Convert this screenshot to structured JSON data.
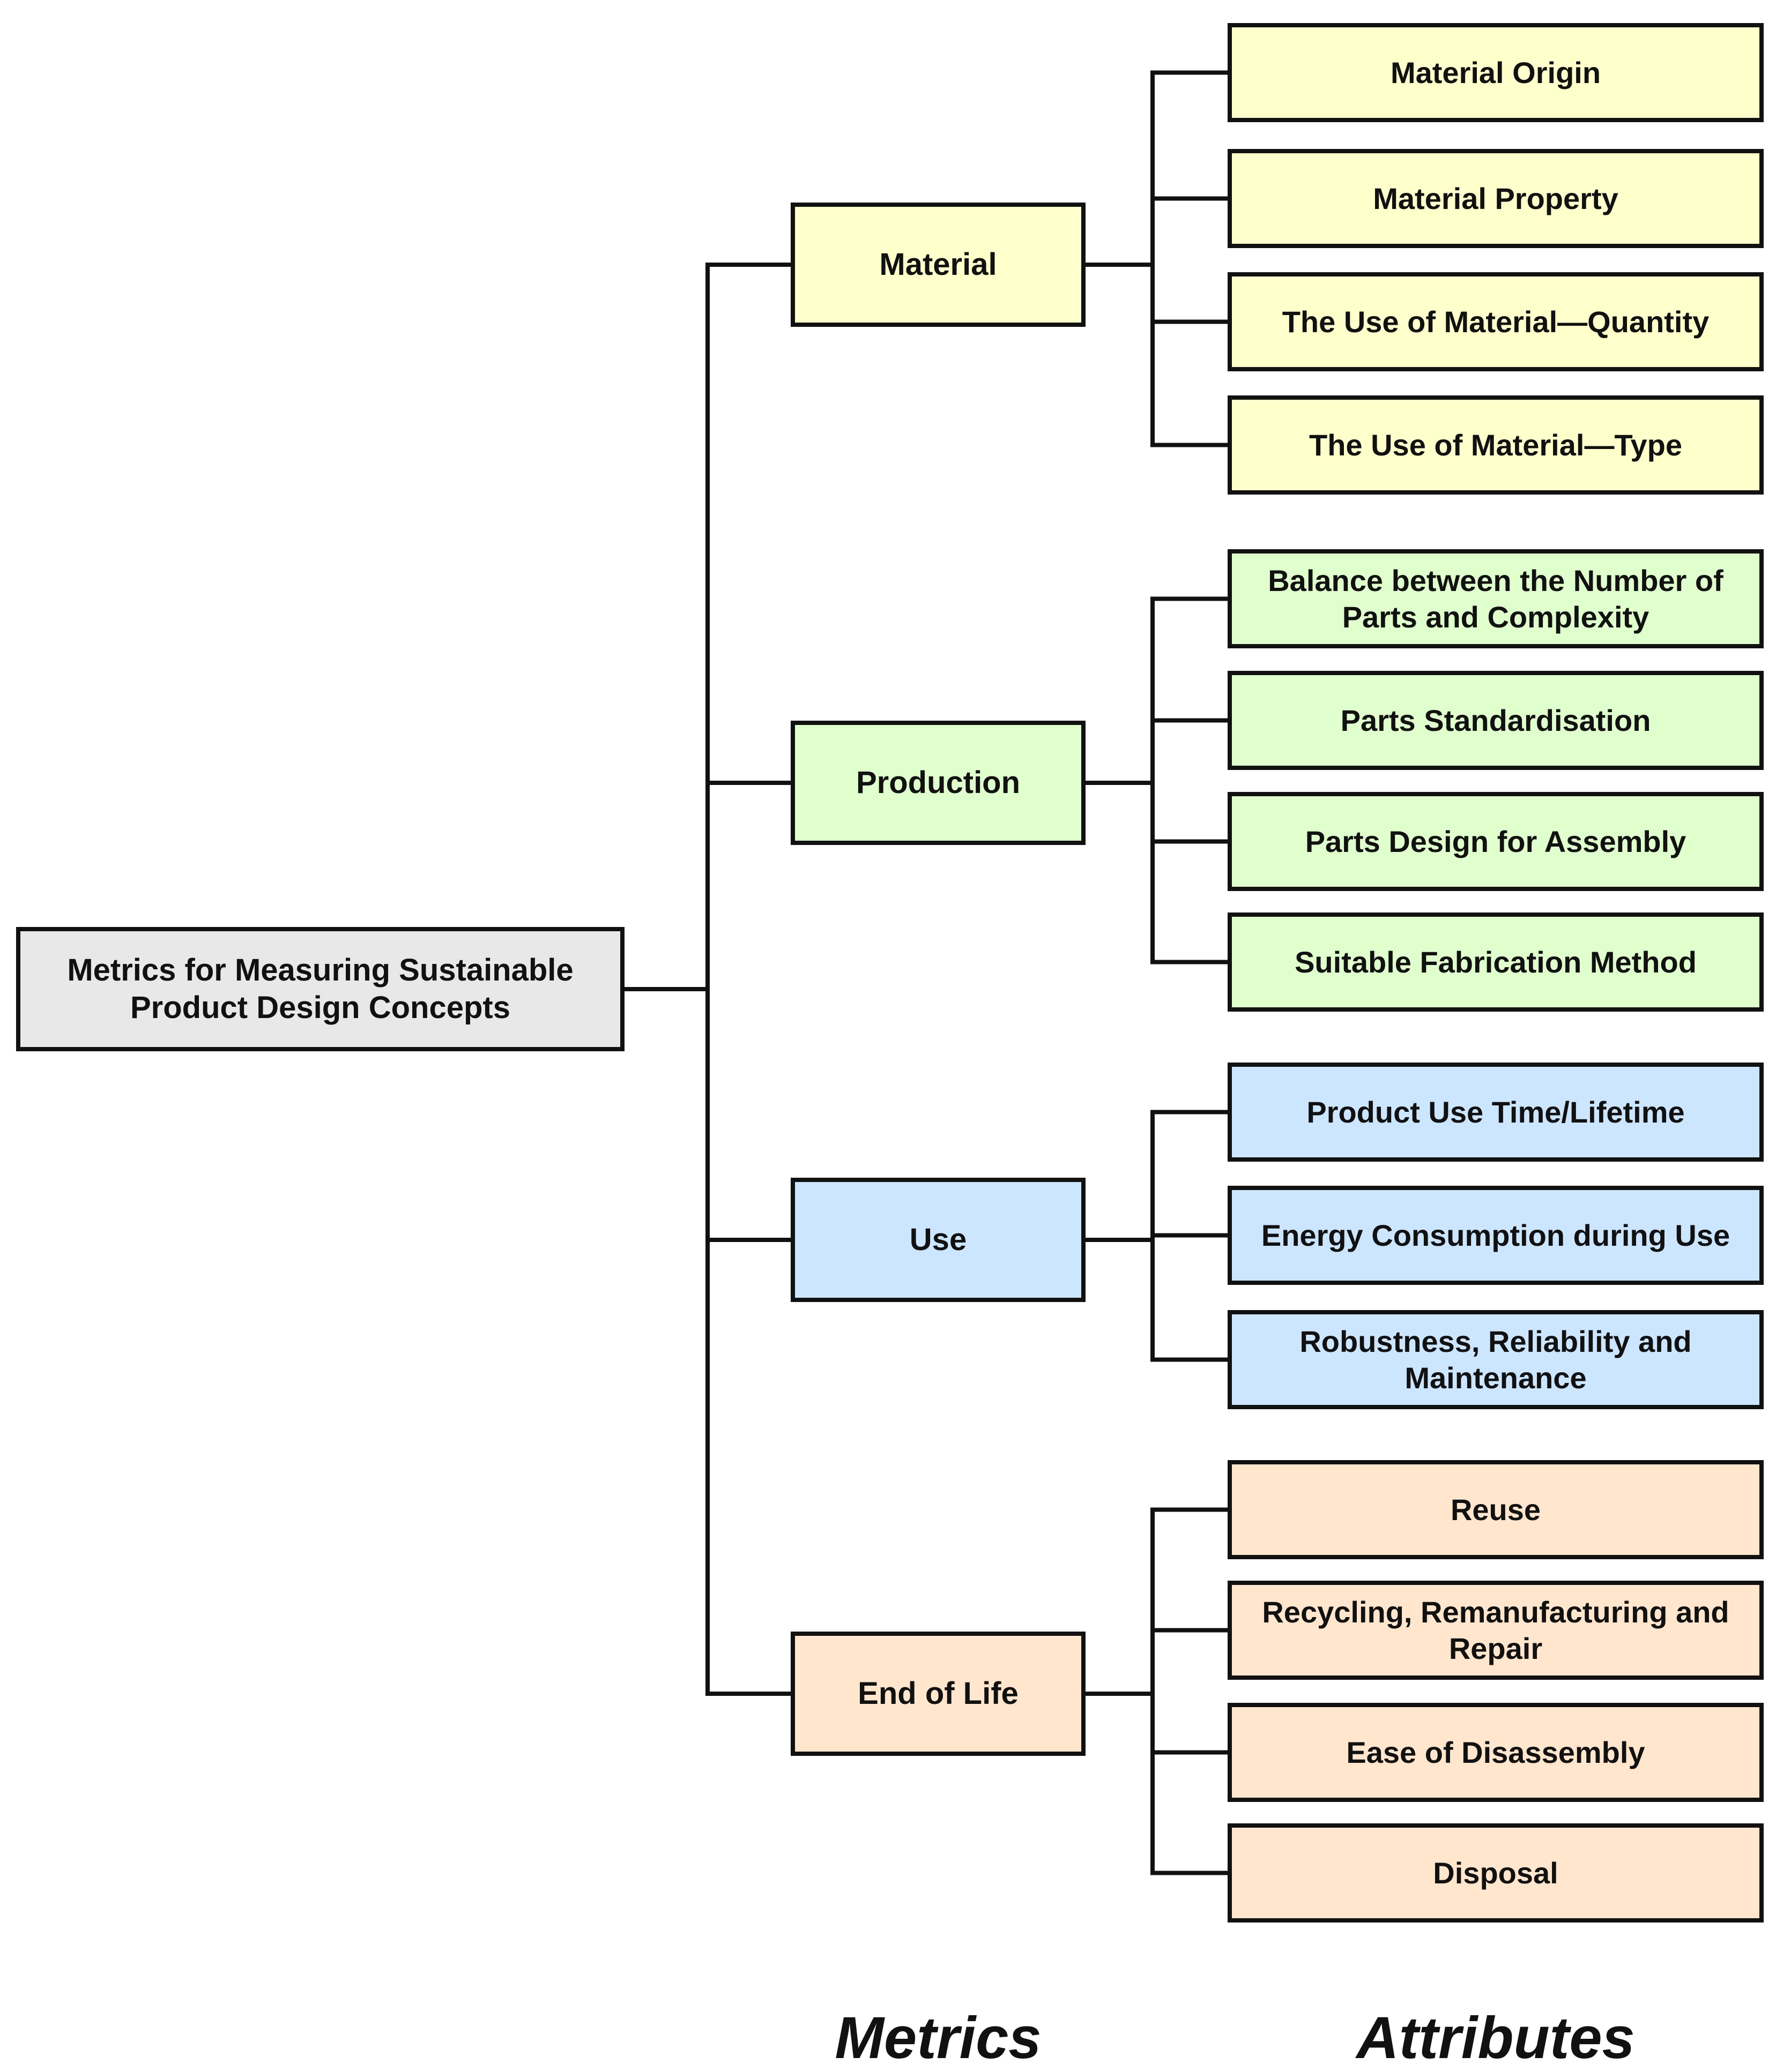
{
  "root": {
    "label": "Metrics for Measuring Sustainable Product Design Concepts",
    "color": "#e8e8e8"
  },
  "metrics": [
    {
      "label": "Material",
      "color": "#ffffcc",
      "attributes": [
        "Material Origin",
        "Material Property",
        "The Use of Material—Quantity",
        "The Use of Material—Type"
      ]
    },
    {
      "label": "Production",
      "color": "#dfffcc",
      "attributes": [
        "Balance between the Number of Parts and Complexity",
        "Parts Standardisation",
        "Parts Design for Assembly",
        "Suitable Fabrication Method"
      ]
    },
    {
      "label": "Use",
      "color": "#cce6ff",
      "attributes": [
        "Product Use Time/Lifetime",
        "Energy Consumption during Use",
        "Robustness, Reliability and Maintenance"
      ]
    },
    {
      "label": "End of Life",
      "color": "#ffe6cc",
      "attributes": [
        "Reuse",
        "Recycling, Remanufacturing and Repair",
        "Ease of Disassembly",
        "Disposal"
      ]
    }
  ],
  "footer": {
    "metrics_label": "Metrics",
    "attributes_label": "Attributes"
  }
}
